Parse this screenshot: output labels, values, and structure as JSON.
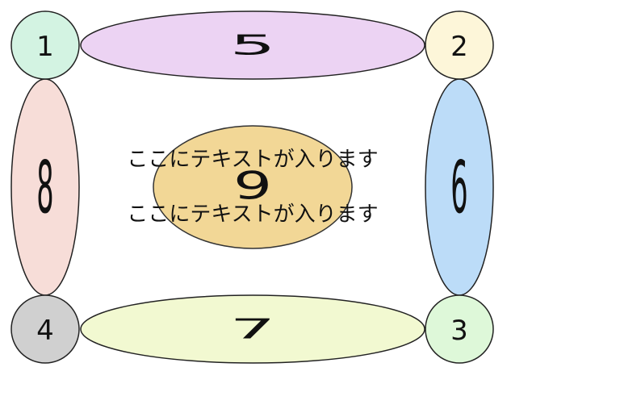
{
  "diagram": {
    "corners": [
      {
        "id": "c1",
        "label": "1",
        "color": "#d3f3e2"
      },
      {
        "id": "c2",
        "label": "2",
        "color": "#fdf6d9"
      },
      {
        "id": "c3",
        "label": "3",
        "color": "#def8d9"
      },
      {
        "id": "c4",
        "label": "4",
        "color": "#d0d0d0"
      }
    ],
    "edges": [
      {
        "id": "e5",
        "label": "5",
        "color": "#ecd3f3"
      },
      {
        "id": "e6",
        "label": "6",
        "color": "#bcdcf8"
      },
      {
        "id": "e7",
        "label": "7",
        "color": "#f2f9d1"
      },
      {
        "id": "e8",
        "label": "8",
        "color": "#f7ddd8"
      }
    ],
    "center": {
      "label": "9",
      "color": "#f2d796"
    },
    "texts": [
      "ここにテキストが入ります",
      "ここにテキストが入ります"
    ]
  }
}
